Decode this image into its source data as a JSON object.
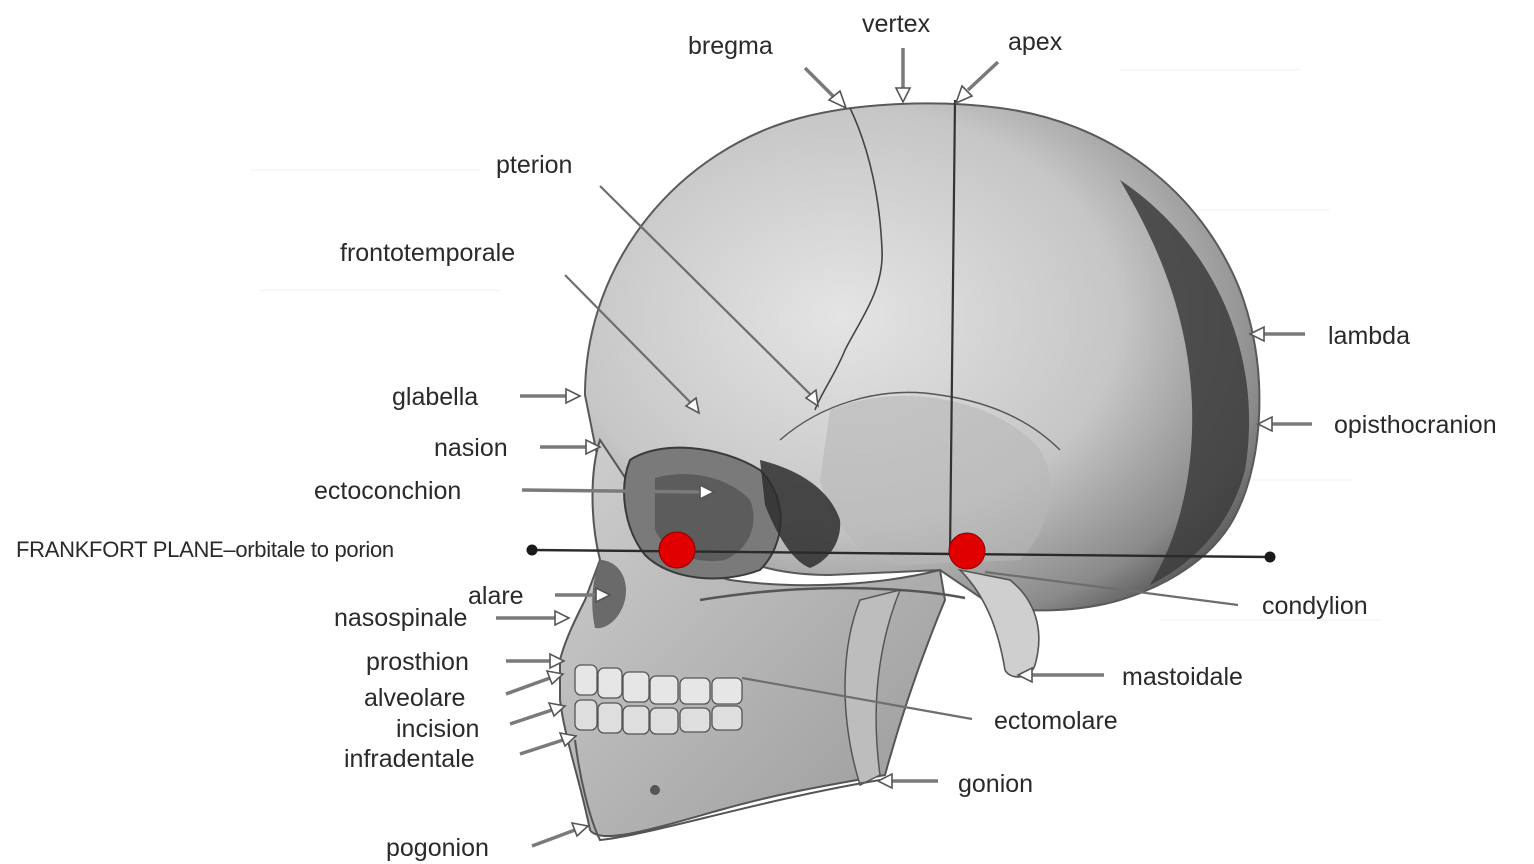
{
  "labels": {
    "vertex": "vertex",
    "bregma": "bregma",
    "apex": "apex",
    "pterion": "pterion",
    "frontotemporale": "frontotemporale",
    "lambda": "lambda",
    "opisthocranion": "opisthocranion",
    "glabella": "glabella",
    "nasion": "nasion",
    "ectoconchion": "ectoconchion",
    "frankfort_plane": "FRANKFORT PLANE–orbitale to porion",
    "alare": "alare",
    "nasospinale": "nasospinale",
    "condylion": "condylion",
    "prosthion": "prosthion",
    "alveolare": "alveolare",
    "incision": "incision",
    "infradentale": "infradentale",
    "mastoidale": "mastoidale",
    "ectomolare": "ectomolare",
    "gonion": "gonion",
    "pogonion": "pogonion"
  },
  "markers": {
    "orbitale_color": "#e00000",
    "porion_color": "#e00000"
  },
  "colors": {
    "skull_light": "#d9d9d9",
    "skull_mid": "#a8a8a8",
    "skull_dark": "#3a3a3a",
    "line": "#333333"
  }
}
